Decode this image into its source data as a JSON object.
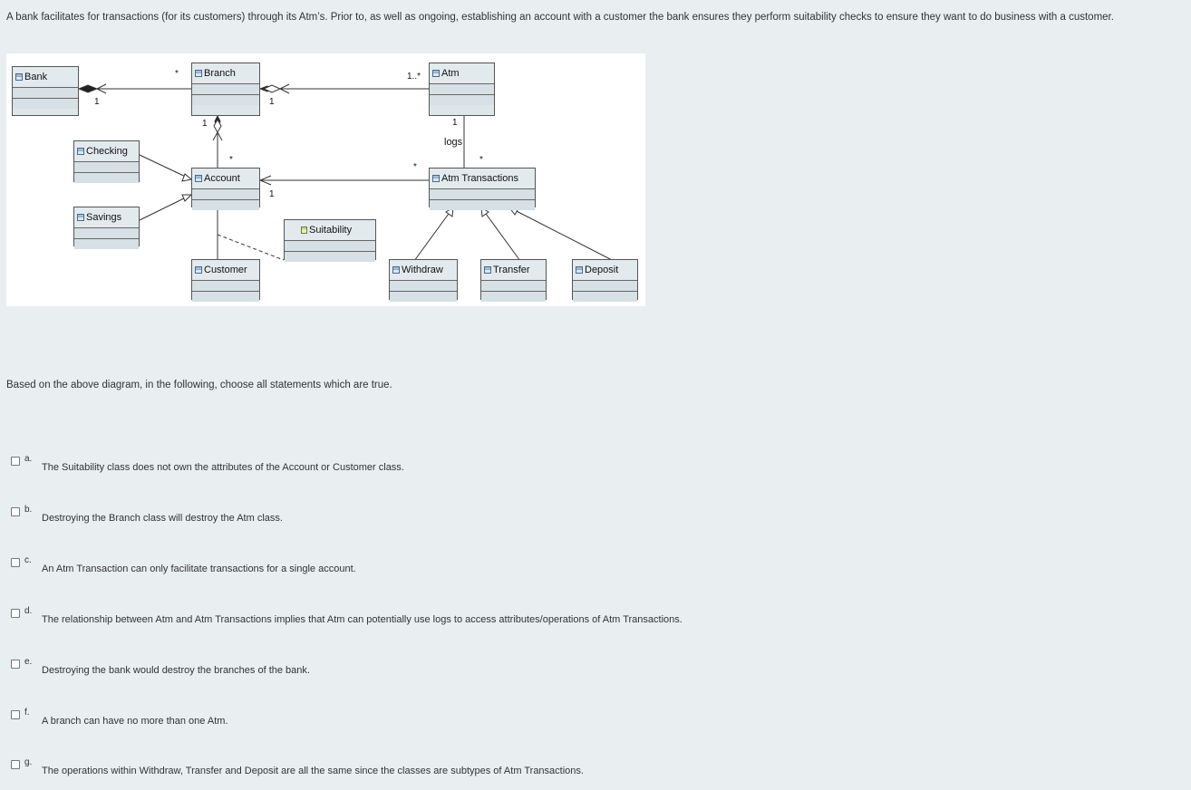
{
  "intro_text": "A bank facilitates for transactions (for its customers) through its Atm’s.  Prior to, as well as ongoing, establishing an account with a customer the bank ensures they perform suitability checks to ensure they want to do business with a customer.",
  "diagram": {
    "classes": {
      "bank": "Bank",
      "branch": "Branch",
      "atm": "Atm",
      "checking": "Checking",
      "account": "Account",
      "atm_transactions": "Atm Transactions",
      "savings": "Savings",
      "suitability": "Suitability",
      "customer": "Customer",
      "withdraw": "Withdraw",
      "transfer": "Transfer",
      "deposit": "Deposit"
    },
    "labels": {
      "bank_branch_star": "*",
      "bank_branch_one": "1",
      "branch_atm_range": "1..*",
      "branch_atm_one": "1",
      "branch_account_one": "1",
      "branch_account_star": "*",
      "atm_one": "1",
      "logs": "logs",
      "atm_trans_star": "*",
      "account_trans_star": "*",
      "account_trans_one": "1"
    }
  },
  "question": "Based on the above diagram, in the following, choose all statements which are true.",
  "options": [
    {
      "letter": "a.",
      "text": "The Suitability class does not own the attributes of the Account or Customer class."
    },
    {
      "letter": "b.",
      "text": "Destroying the Branch class will destroy the Atm class."
    },
    {
      "letter": "c.",
      "text": "An Atm Transaction can only facilitate transactions for a single account."
    },
    {
      "letter": "d.",
      "text": "The relationship between Atm and Atm Transactions implies that Atm can potentially use logs to access attributes/operations of Atm Transactions."
    },
    {
      "letter": "e.",
      "text": "Destroying the bank would destroy the branches of the bank."
    },
    {
      "letter": "f.",
      "text": "A branch can have no more than one Atm."
    },
    {
      "letter": "g.",
      "text": "The operations within Withdraw, Transfer and Deposit are all the same since the classes are subtypes of Atm Transactions."
    }
  ]
}
